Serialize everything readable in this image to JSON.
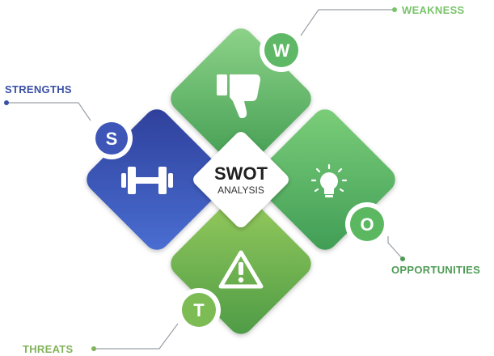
{
  "diagram": {
    "center": {
      "title": "SWOT",
      "subtitle": "ANALYSIS"
    },
    "quadrants": {
      "strengths": {
        "label": "STRENGTHS",
        "letter": "S",
        "icon": "dumbbell-icon",
        "color": "#3d56b8"
      },
      "weakness": {
        "label": "WEAKNESS",
        "letter": "W",
        "icon": "thumbs-down-icon",
        "color": "#5fb865"
      },
      "opportunities": {
        "label": "OPPORTUNITIES",
        "letter": "O",
        "icon": "lightbulb-icon",
        "color": "#5cb860"
      },
      "threats": {
        "label": "THREATS",
        "letter": "T",
        "icon": "warning-icon",
        "color": "#7dbb55"
      }
    }
  }
}
